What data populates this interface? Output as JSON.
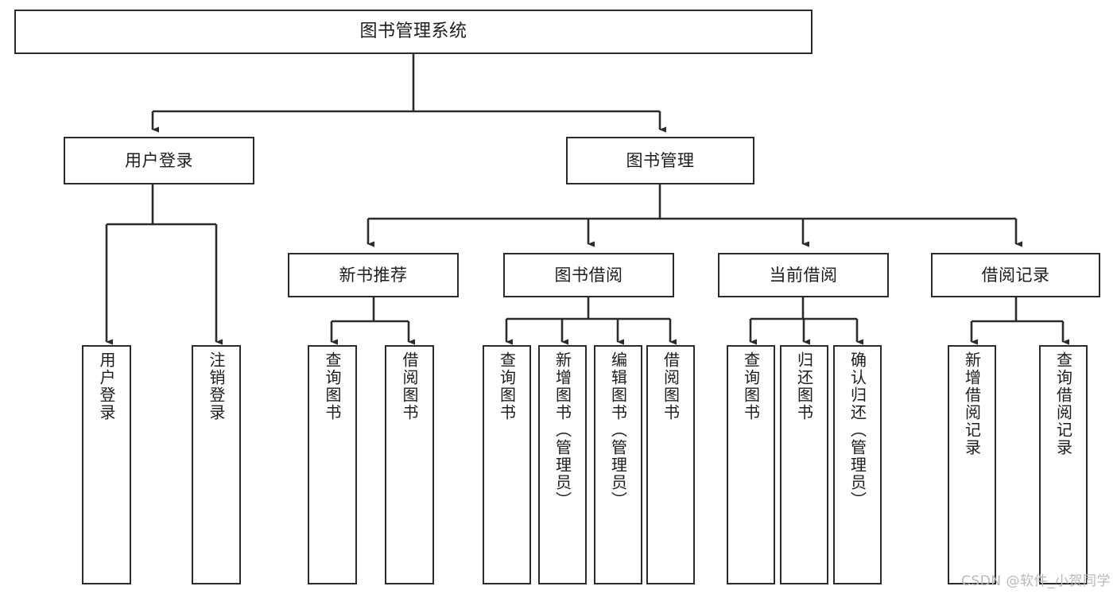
{
  "diagram": {
    "title": "图书管理系统",
    "type": "tree",
    "watermark": "CSDN @软件_小贺同学",
    "colors": {
      "border": "#2b2b2b",
      "fill": "#ffffff",
      "edge": "#2b2b2b",
      "text": "#1c1c1c",
      "watermark": "#b9b9b9"
    },
    "levels": {
      "level1": "系统",
      "level2": "模块",
      "level3": "子模块",
      "level4": "功能项"
    }
  },
  "nodes": {
    "root": {
      "label": "图书管理系统"
    },
    "level2": [
      {
        "id": "user-login",
        "label": "用户登录"
      },
      {
        "id": "book-manage",
        "label": "图书管理"
      }
    ],
    "level3": [
      {
        "id": "new-book-rec",
        "label": "新书推荐",
        "parent": "book-manage"
      },
      {
        "id": "book-borrow",
        "label": "图书借阅",
        "parent": "book-manage"
      },
      {
        "id": "current-borrow",
        "label": "当前借阅",
        "parent": "book-manage"
      },
      {
        "id": "borrow-record",
        "label": "借阅记录",
        "parent": "book-manage"
      }
    ],
    "leaves": [
      {
        "id": "leaf-user-login",
        "label": "用户登录",
        "parent": "user-login"
      },
      {
        "id": "leaf-logout",
        "label": "注销登录",
        "parent": "user-login"
      },
      {
        "id": "leaf-query-book-1",
        "label": "查询图书",
        "parent": "new-book-rec"
      },
      {
        "id": "leaf-borrow-book-1",
        "label": "借阅图书",
        "parent": "new-book-rec"
      },
      {
        "id": "leaf-query-book-2",
        "label": "查询图书",
        "parent": "book-borrow"
      },
      {
        "id": "leaf-add-book",
        "label": "新增图书（管理员）",
        "parent": "book-borrow"
      },
      {
        "id": "leaf-edit-book",
        "label": "编辑图书（管理员）",
        "parent": "book-borrow"
      },
      {
        "id": "leaf-borrow-book-2",
        "label": "借阅图书",
        "parent": "book-borrow"
      },
      {
        "id": "leaf-query-book-3",
        "label": "查询图书",
        "parent": "current-borrow"
      },
      {
        "id": "leaf-return-book",
        "label": "归还图书",
        "parent": "current-borrow"
      },
      {
        "id": "leaf-confirm-return",
        "label": "确认归还（管理员）",
        "parent": "current-borrow"
      },
      {
        "id": "leaf-add-record",
        "label": "新增借阅记录",
        "parent": "borrow-record"
      },
      {
        "id": "leaf-query-record",
        "label": "查询借阅记录",
        "parent": "borrow-record"
      }
    ]
  }
}
